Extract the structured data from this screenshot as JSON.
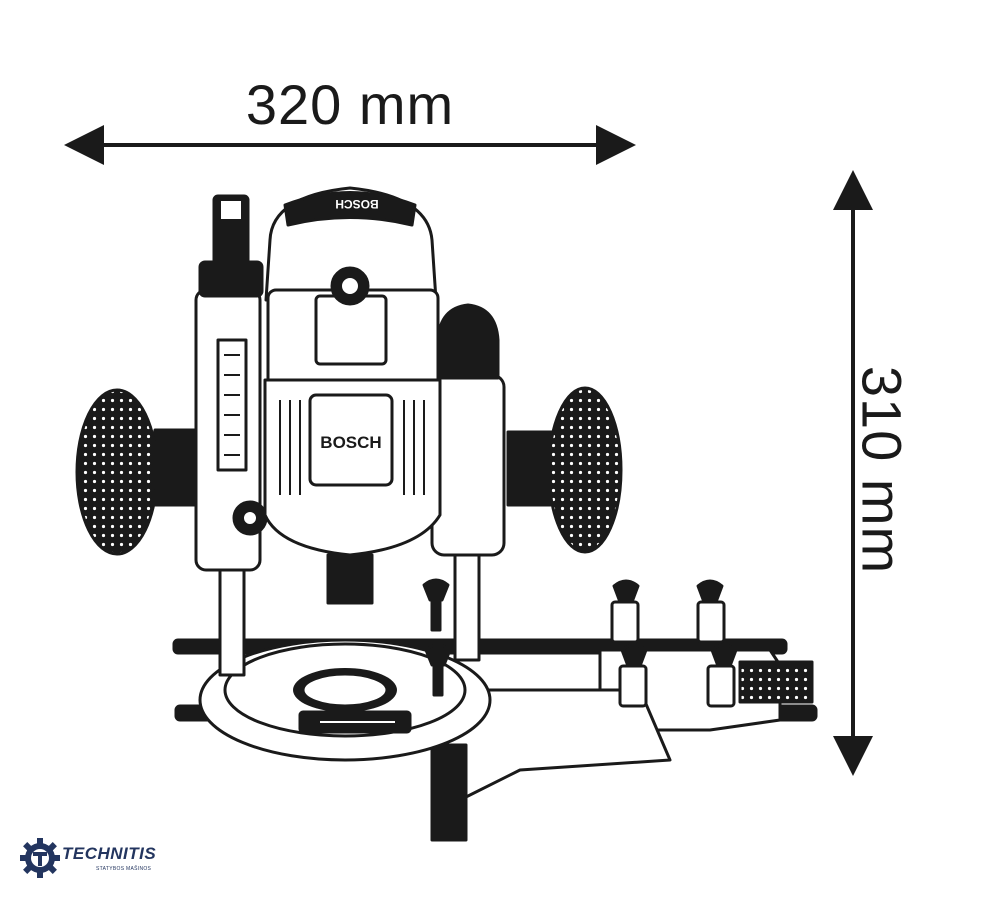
{
  "dimensions": {
    "width_label": "320 mm",
    "height_label": "310 mm"
  },
  "tool": {
    "brand_top": "BOSCH",
    "brand_body": "BOSCH"
  },
  "watermark": {
    "name": "TECHNITIS",
    "tagline": "STATYBOS MAŠINOS"
  },
  "colors": {
    "line": "#1a1a1a",
    "fill": "#ffffff",
    "logo": "#23355f"
  }
}
